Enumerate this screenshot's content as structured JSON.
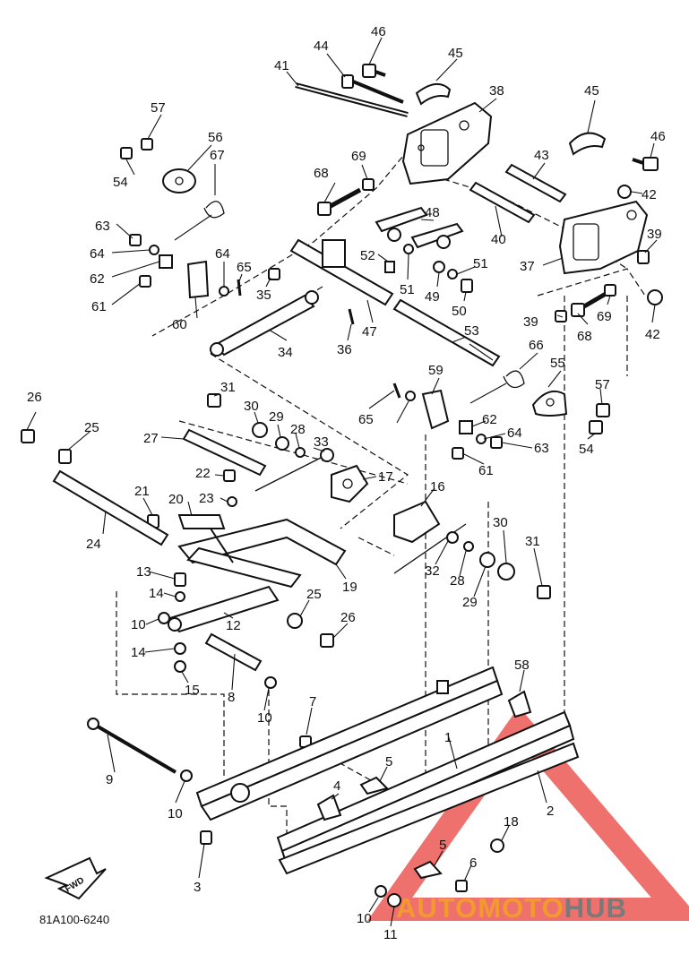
{
  "diagram": {
    "code": "81A100-6240",
    "fwd_label": "FWD",
    "watermark": {
      "part1": "AUTOMOTO",
      "part2": "HUB",
      "color1": "#f29a2e",
      "color2": "#7a7a7a",
      "triangle_color": "#e8423c"
    }
  },
  "callouts": [
    {
      "id": "c1",
      "text": "1"
    },
    {
      "id": "c2",
      "text": "2"
    },
    {
      "id": "c3",
      "text": "3"
    },
    {
      "id": "c4",
      "text": "4"
    },
    {
      "id": "c5a",
      "text": "5"
    },
    {
      "id": "c5b",
      "text": "5"
    },
    {
      "id": "c6",
      "text": "6"
    },
    {
      "id": "c7",
      "text": "7"
    },
    {
      "id": "c8",
      "text": "8"
    },
    {
      "id": "c9",
      "text": "9"
    },
    {
      "id": "c10a",
      "text": "10"
    },
    {
      "id": "c10b",
      "text": "10"
    },
    {
      "id": "c10c",
      "text": "10"
    },
    {
      "id": "c10d",
      "text": "10"
    },
    {
      "id": "c11",
      "text": "11"
    },
    {
      "id": "c12",
      "text": "12"
    },
    {
      "id": "c13",
      "text": "13"
    },
    {
      "id": "c14a",
      "text": "14"
    },
    {
      "id": "c14b",
      "text": "14"
    },
    {
      "id": "c15",
      "text": "15"
    },
    {
      "id": "c16",
      "text": "16"
    },
    {
      "id": "c17",
      "text": "17"
    },
    {
      "id": "c18",
      "text": "18"
    },
    {
      "id": "c19",
      "text": "19"
    },
    {
      "id": "c20",
      "text": "20"
    },
    {
      "id": "c21",
      "text": "21"
    },
    {
      "id": "c22",
      "text": "22"
    },
    {
      "id": "c23",
      "text": "23"
    },
    {
      "id": "c24",
      "text": "24"
    },
    {
      "id": "c25a",
      "text": "25"
    },
    {
      "id": "c25b",
      "text": "25"
    },
    {
      "id": "c26a",
      "text": "26"
    },
    {
      "id": "c26b",
      "text": "26"
    },
    {
      "id": "c27",
      "text": "27"
    },
    {
      "id": "c28a",
      "text": "28"
    },
    {
      "id": "c28b",
      "text": "28"
    },
    {
      "id": "c29a",
      "text": "29"
    },
    {
      "id": "c29b",
      "text": "29"
    },
    {
      "id": "c30a",
      "text": "30"
    },
    {
      "id": "c30b",
      "text": "30"
    },
    {
      "id": "c31a",
      "text": "31"
    },
    {
      "id": "c31b",
      "text": "31"
    },
    {
      "id": "c32",
      "text": "32"
    },
    {
      "id": "c33",
      "text": "33"
    },
    {
      "id": "c34",
      "text": "34"
    },
    {
      "id": "c35",
      "text": "35"
    },
    {
      "id": "c36",
      "text": "36"
    },
    {
      "id": "c37",
      "text": "37"
    },
    {
      "id": "c38",
      "text": "38"
    },
    {
      "id": "c39a",
      "text": "39"
    },
    {
      "id": "c39b",
      "text": "39"
    },
    {
      "id": "c40",
      "text": "40"
    },
    {
      "id": "c41",
      "text": "41"
    },
    {
      "id": "c42a",
      "text": "42"
    },
    {
      "id": "c42b",
      "text": "42"
    },
    {
      "id": "c43",
      "text": "43"
    },
    {
      "id": "c44",
      "text": "44"
    },
    {
      "id": "c45a",
      "text": "45"
    },
    {
      "id": "c45b",
      "text": "45"
    },
    {
      "id": "c46a",
      "text": "46"
    },
    {
      "id": "c46b",
      "text": "46"
    },
    {
      "id": "c47",
      "text": "47"
    },
    {
      "id": "c48",
      "text": "48"
    },
    {
      "id": "c49",
      "text": "49"
    },
    {
      "id": "c50",
      "text": "50"
    },
    {
      "id": "c51a",
      "text": "51"
    },
    {
      "id": "c51b",
      "text": "51"
    },
    {
      "id": "c52",
      "text": "52"
    },
    {
      "id": "c53",
      "text": "53"
    },
    {
      "id": "c54a",
      "text": "54"
    },
    {
      "id": "c54b",
      "text": "54"
    },
    {
      "id": "c55",
      "text": "55"
    },
    {
      "id": "c56",
      "text": "56"
    },
    {
      "id": "c57a",
      "text": "57"
    },
    {
      "id": "c57b",
      "text": "57"
    },
    {
      "id": "c58",
      "text": "58"
    },
    {
      "id": "c59",
      "text": "59"
    },
    {
      "id": "c60",
      "text": "60"
    },
    {
      "id": "c61a",
      "text": "61"
    },
    {
      "id": "c61b",
      "text": "61"
    },
    {
      "id": "c62a",
      "text": "62"
    },
    {
      "id": "c62b",
      "text": "62"
    },
    {
      "id": "c63a",
      "text": "63"
    },
    {
      "id": "c63b",
      "text": "63"
    },
    {
      "id": "c64a",
      "text": "64"
    },
    {
      "id": "c64b",
      "text": "64"
    },
    {
      "id": "c64c",
      "text": "64"
    },
    {
      "id": "c65a",
      "text": "65"
    },
    {
      "id": "c65b",
      "text": "65"
    },
    {
      "id": "c66",
      "text": "66"
    },
    {
      "id": "c67",
      "text": "67"
    },
    {
      "id": "c68a",
      "text": "68"
    },
    {
      "id": "c68b",
      "text": "68"
    },
    {
      "id": "c69a",
      "text": "69"
    },
    {
      "id": "c69b",
      "text": "69"
    }
  ]
}
